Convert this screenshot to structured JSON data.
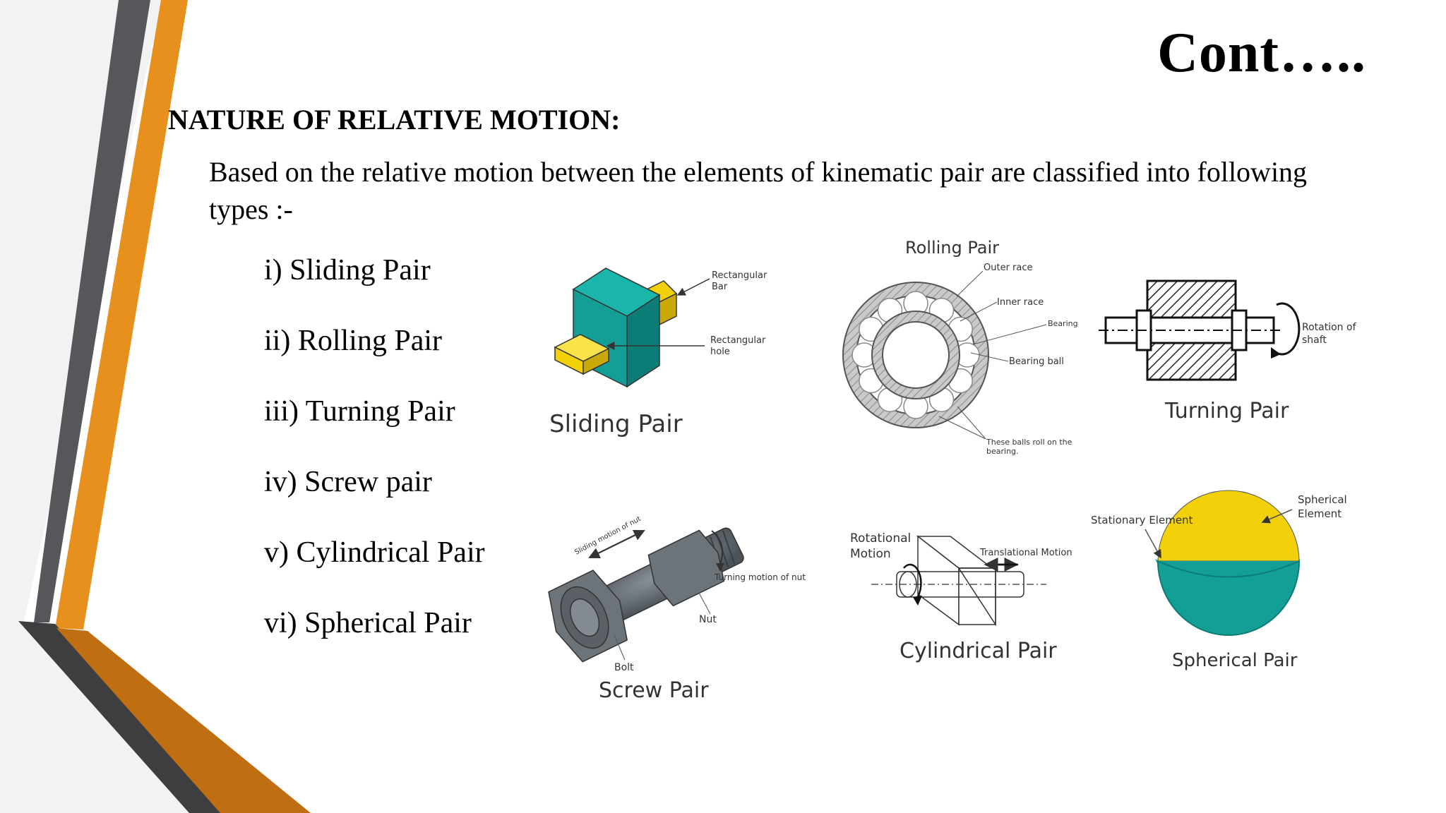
{
  "slide": {
    "title": "Cont…..",
    "heading": "NATURE OF RELATIVE MOTION:",
    "intro": "Based on the relative motion between the elements of kinematic pair are classified into following types :-",
    "pairs": [
      "i) Sliding Pair",
      "ii) Rolling Pair",
      "iii) Turning Pair",
      "iv) Screw pair",
      "v) Cylindrical Pair",
      "vi) Spherical Pair"
    ]
  },
  "figures": {
    "sliding": {
      "caption": "Sliding Pair",
      "label_bar_1": "Rectangular",
      "label_bar_2": "Bar",
      "label_hole_1": "Rectangular",
      "label_hole_2": "hole"
    },
    "rolling": {
      "caption": "Rolling Pair",
      "outer_race": "Outer race",
      "inner_race": "Inner race",
      "bearing": "Bearing",
      "bearing_ball": "Bearing ball",
      "note_1": "These balls roll on the",
      "note_2": "bearing."
    },
    "turning": {
      "caption": "Turning Pair",
      "rotation_1": "Rotation of",
      "rotation_2": "shaft"
    },
    "screw": {
      "caption": "Screw Pair",
      "sliding_motion": "Sliding motion of nut",
      "turning_motion": "Turning motion of nut",
      "nut": "Nut",
      "bolt": "Bolt"
    },
    "cylindrical": {
      "caption": "Cylindrical Pair",
      "rotational_1": "Rotational",
      "rotational_2": "Motion",
      "translational": "Translational Motion"
    },
    "spherical": {
      "caption": "Spherical Pair",
      "stationary": "Stationary Element",
      "spherical_1": "Spherical",
      "spherical_2": "Element"
    }
  },
  "colors": {
    "orange": "#E8901E",
    "dark_gray": "#55575A",
    "teal": "#139E96",
    "yellow": "#F2D10A"
  }
}
